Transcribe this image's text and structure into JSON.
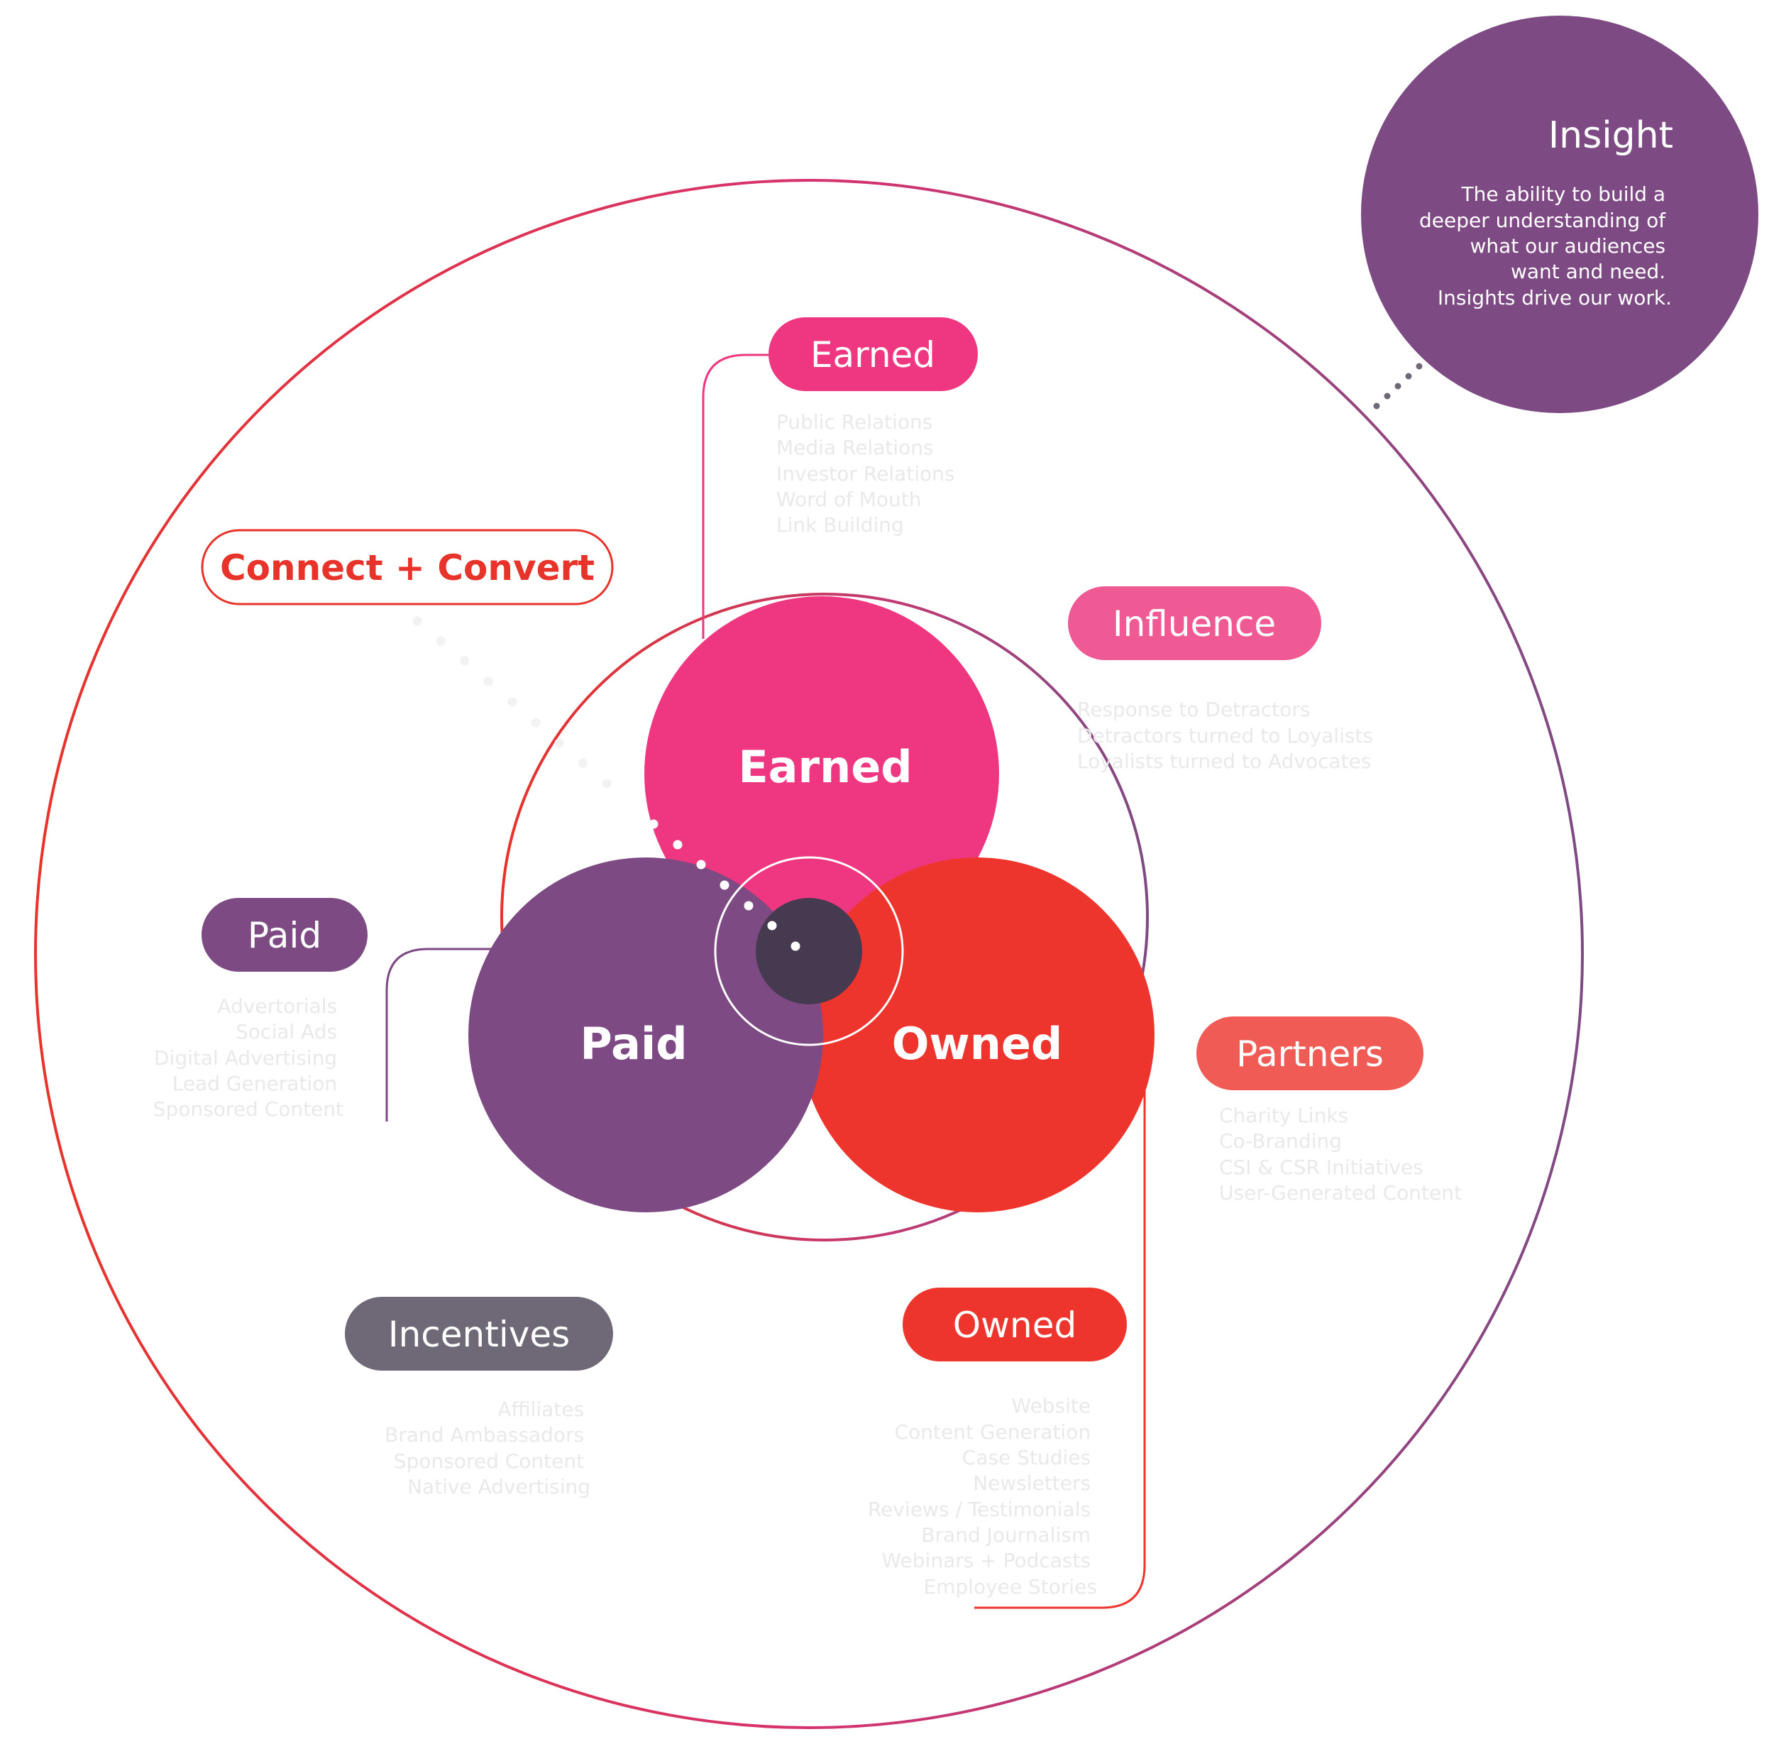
{
  "insight": {
    "title": "Insight",
    "lines": [
      "The ability to build a",
      "deeper understanding of",
      "what our audiences",
      "want and need.",
      "Insights drive our work."
    ]
  },
  "connect_convert": {
    "label": "Connect + Convert"
  },
  "venn": {
    "earned": "Earned",
    "paid": "Paid",
    "owned": "Owned"
  },
  "categories": {
    "earned": {
      "label": "Earned",
      "items": [
        "Public Relations",
        "Media Relations",
        "Investor Relations",
        "Word of Mouth",
        "Link Building"
      ]
    },
    "influence": {
      "label": "Influence",
      "items": [
        "Response to Detractors",
        "Detractors turned to Loyalists",
        "Loyalists turned to Advocates"
      ]
    },
    "paid": {
      "label": "Paid",
      "items": [
        "Advertorials",
        "Social Ads",
        "Digital Advertising",
        "Lead Generation",
        "Sponsored Content"
      ]
    },
    "partners": {
      "label": "Partners",
      "items": [
        "Charity Links",
        "Co-Branding",
        "CSI & CSR Initiatives",
        "User-Generated Content"
      ]
    },
    "incentives": {
      "label": "Incentives",
      "items": [
        "Affiliates",
        "Brand Ambassadors",
        "Sponsored Content",
        "Native Advertising"
      ]
    },
    "owned": {
      "label": "Owned",
      "items": [
        "Website",
        "Content Generation",
        "Case Studies",
        "Newsletters",
        "Reviews / Testimonials",
        "Brand Journalism",
        "Webinars + Podcasts",
        "Employee Stories"
      ]
    }
  },
  "colors": {
    "earned": "#ee3780",
    "paid": "#7d4a84",
    "owned": "#ee352d",
    "influence": "#f05a94",
    "partners": "#f05c55",
    "incentives": "#6e6877",
    "core": "#453a50",
    "insight": "#7e4a84",
    "connect": "#e7332a",
    "list_text": "#e9e9ea"
  }
}
